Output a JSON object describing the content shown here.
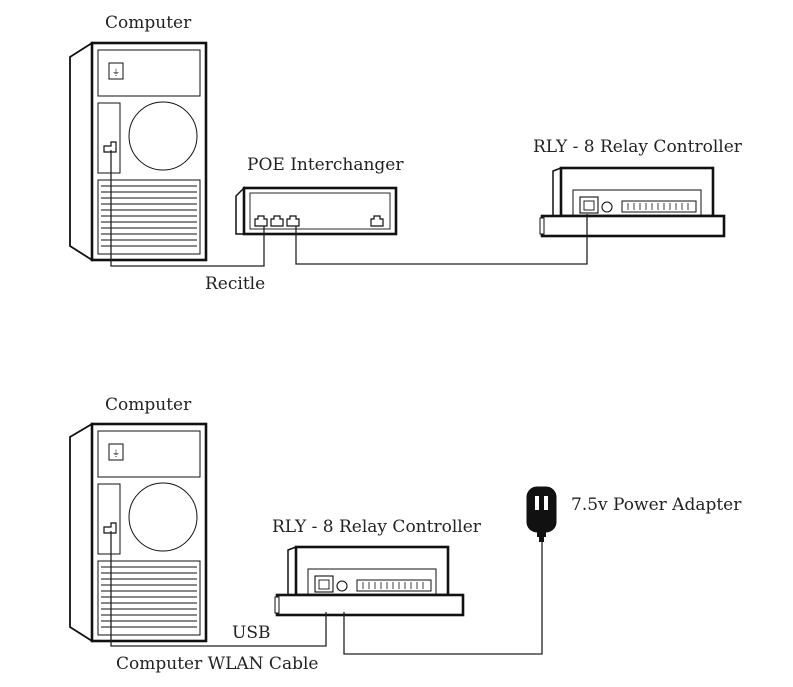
{
  "top": {
    "computer_label": "Computer",
    "poe_label": "POE Interchanger",
    "relay_label": "RLY - 8 Relay Controller",
    "cable_label": "Recitle"
  },
  "bottom": {
    "computer_label": "Computer",
    "relay_label": "RLY - 8 Relay Controller",
    "adapter_label": "7.5v Power Adapter",
    "usb_label": "USB",
    "cable_label": "Computer WLAN Cable"
  }
}
